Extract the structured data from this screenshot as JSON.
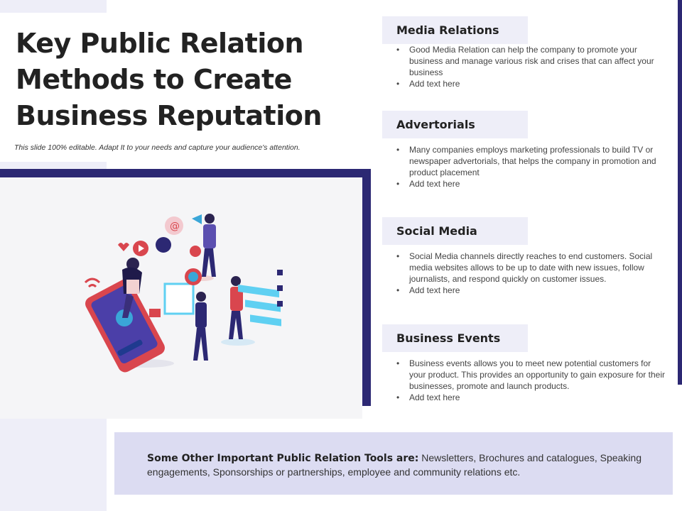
{
  "slide": {
    "title_line1": "Key Public Relation",
    "title_line2": "Methods to Create",
    "title_line3": "Business Reputation",
    "subtitle": "This slide 100% editable. Adapt  It to your needs and capture your audience's attention."
  },
  "colors": {
    "accent_navy": "#2c2873",
    "light_lavender": "#eeeef8",
    "bottom_box": "#dcdcf2",
    "image_bg": "#f5f5f7"
  },
  "sections": [
    {
      "heading": "Media Relations",
      "bullets": [
        "Good Media Relation can help the company to promote your business and manage various risk and crises that can affect your business",
        "Add text here"
      ]
    },
    {
      "heading": "Advertorials",
      "bullets": [
        "Many companies employs marketing professionals to build TV or newspaper advertorials, that helps the company in promotion and product placement",
        "Add text here"
      ]
    },
    {
      "heading": "Social Media",
      "bullets": [
        "Social Media channels directly reaches to end customers. Social media websites allows to be up to date with new issues, follow journalists, and respond quickly on customer issues.",
        "Add text here"
      ]
    },
    {
      "heading": "Business Events",
      "bullets": [
        "Business events allows you to meet new potential customers for your product. This provides an opportunity to gain exposure for their businesses, promote and launch products.",
        "Add text here"
      ]
    }
  ],
  "bottom": {
    "lead": "Some Other Important Public Relation Tools are:",
    "text": " Newsletters, Brochures and catalogues, Speaking engagements, Sponsorships or partnerships,  employee and community  relations etc."
  },
  "illustration": {
    "icons": [
      "at-sign-icon",
      "heart-icon",
      "play-icon",
      "smiley-icon",
      "location-pin-icon",
      "globe-icon",
      "wifi-icon",
      "megaphone-icon",
      "checkbox-icon"
    ]
  }
}
